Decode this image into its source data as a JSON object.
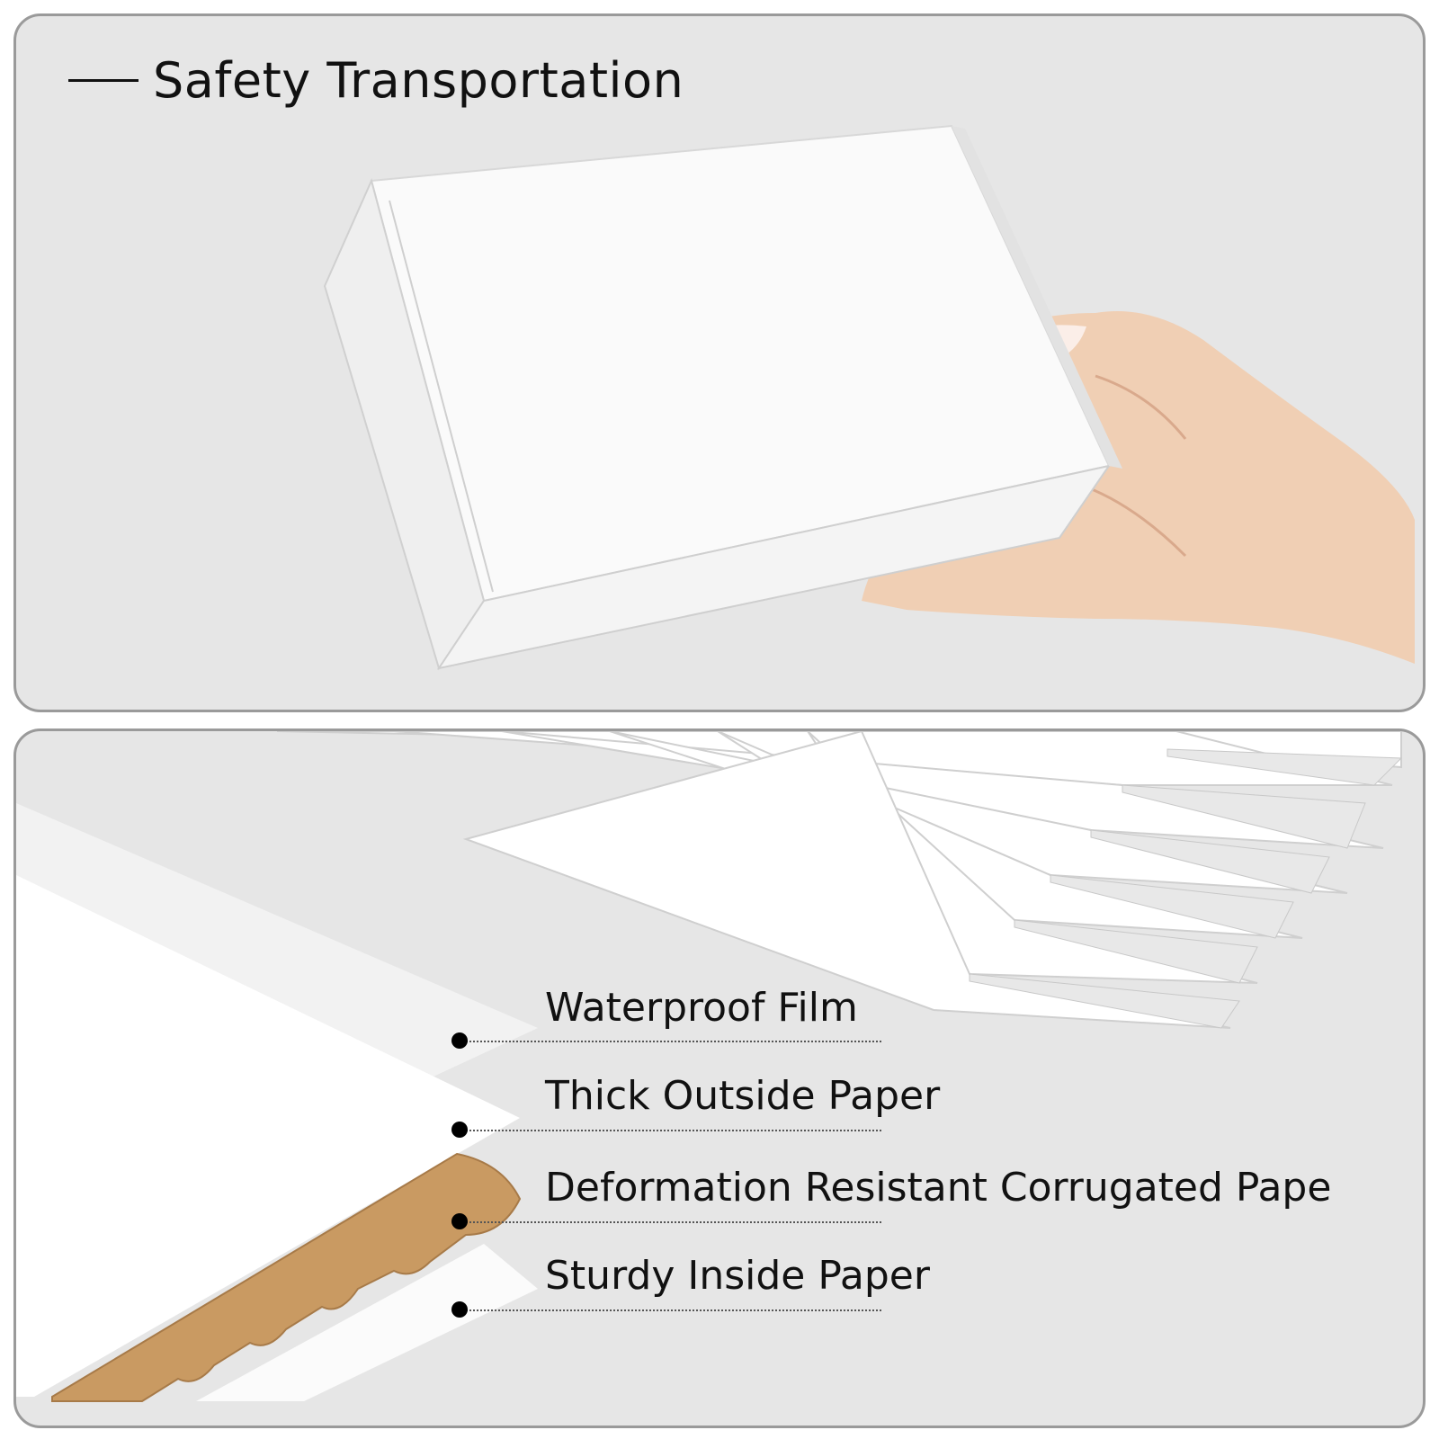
{
  "top_panel": {
    "title": "Safety Transportation",
    "image": "white-box-held-in-hand"
  },
  "bottom_panel": {
    "image": "stack-of-white-corrugated-boards",
    "layers": [
      {
        "label": "Waterproof Film"
      },
      {
        "label": "Thick Outside Paper"
      },
      {
        "label": "Deformation Resistant Corrugated Pape"
      },
      {
        "label": "Sturdy Inside Paper"
      }
    ],
    "colors": {
      "panel_bg": "#e6e6e6",
      "panel_border": "#9a9a9a",
      "kraft": "#c99a62",
      "white_board": "#ffffff"
    }
  }
}
